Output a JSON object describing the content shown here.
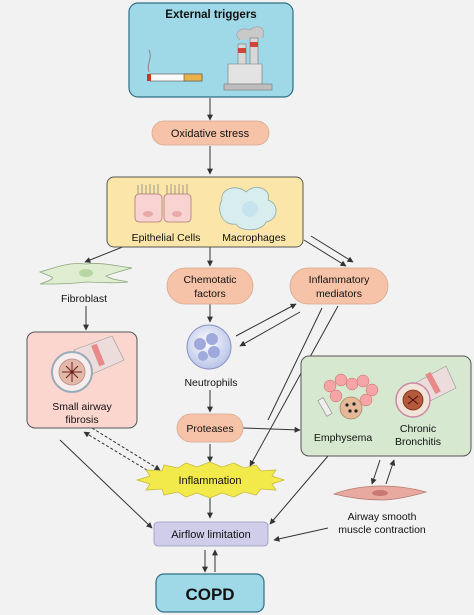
{
  "nodes": {
    "external_triggers": "External triggers",
    "oxidative_stress": "Oxidative stress",
    "epithelial_cells": "Epithelial Cells",
    "macrophages": "Macrophages",
    "fibroblast": "Fibroblast",
    "chemotactic_line1": "Chemotatic",
    "chemotactic_line2": "factors",
    "inflammatory_line1": "Inflammatory",
    "inflammatory_line2": "mediators",
    "small_airway_line1": "Small airway",
    "small_airway_line2": "fibrosis",
    "neutrophils": "Neutrophils",
    "proteases": "Proteases",
    "emphysema": "Emphysema",
    "chronic_line1": "Chronic",
    "chronic_line2": "Bronchitis",
    "inflammation": "Inflammation",
    "airflow_limitation": "Airflow limitation",
    "smooth_muscle_line1": "Airway smooth",
    "smooth_muscle_line2": "muscle contraction",
    "copd": "COPD"
  },
  "colors": {
    "teal_box": "#9fd8e6",
    "teal_border": "#2f6f86",
    "yellow_box": "#fbe5a8",
    "pink_box": "#fbd6cf",
    "green_box": "#d6e8cf",
    "salmon_pill": "#f6c3a8",
    "lavender_pill": "#cfcdea",
    "inflammation_fill": "#f2ea4a"
  }
}
